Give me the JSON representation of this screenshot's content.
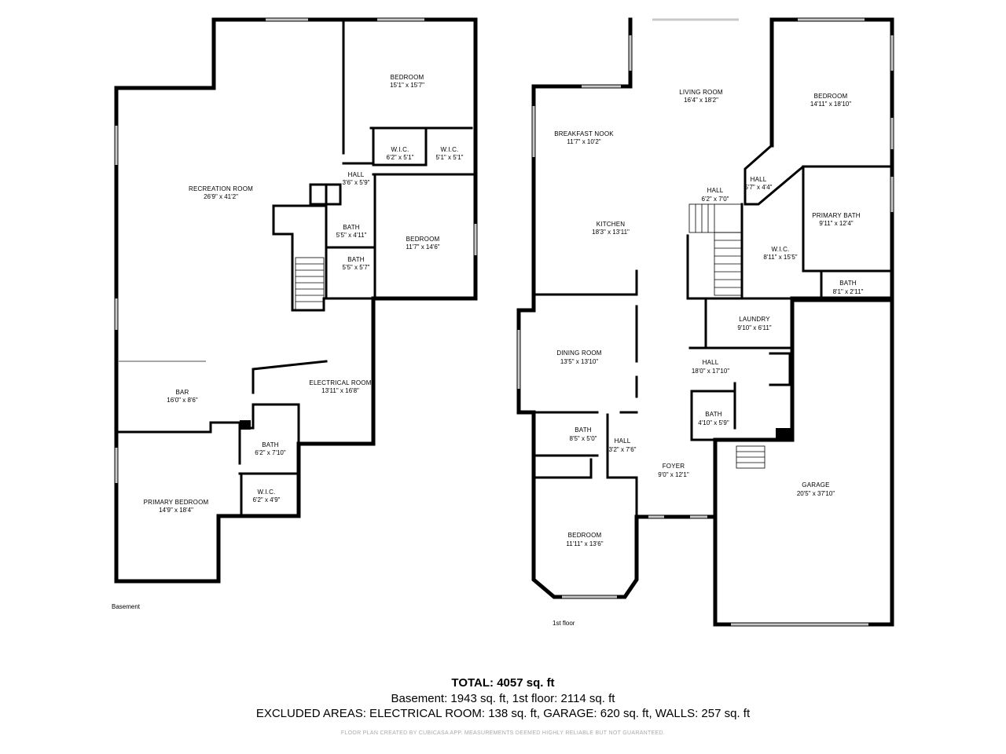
{
  "floors": {
    "basement_label": "Basement",
    "first_floor_label": "1st floor"
  },
  "rooms": {
    "basement": [
      {
        "name": "BEDROOM",
        "dims": "15'1\" x 15'7\""
      },
      {
        "name": "W.I.C.",
        "dims": "6'2\" x 5'1\""
      },
      {
        "name": "W.I.C.",
        "dims": "5'1\" x 5'1\""
      },
      {
        "name": "HALL",
        "dims": "3'6\" x 5'9\""
      },
      {
        "name": "RECREATION ROOM",
        "dims": "26'9\" x 41'2\""
      },
      {
        "name": "BATH",
        "dims": "5'5\" x 4'11\""
      },
      {
        "name": "BEDROOM",
        "dims": "11'7\" x 14'6\""
      },
      {
        "name": "BATH",
        "dims": "5'5\" x 5'7\""
      },
      {
        "name": "ELECTRICAL ROOM",
        "dims": "13'11\" x 16'8\""
      },
      {
        "name": "BAR",
        "dims": "16'0\" x 8'6\""
      },
      {
        "name": "BATH",
        "dims": "6'2\" x 7'10\""
      },
      {
        "name": "PRIMARY BEDROOM",
        "dims": "14'9\" x 18'4\""
      },
      {
        "name": "W.I.C.",
        "dims": "6'2\" x 4'9\""
      }
    ],
    "first_floor": [
      {
        "name": "LIVING ROOM",
        "dims": "16'4\" x 18'2\""
      },
      {
        "name": "BEDROOM",
        "dims": "14'11\" x 18'10\""
      },
      {
        "name": "BREAKFAST NOOK",
        "dims": "11'7\" x 10'2\""
      },
      {
        "name": "HALL",
        "dims": "5'7\" x 4'4\""
      },
      {
        "name": "HALL",
        "dims": "6'2\" x 7'0\""
      },
      {
        "name": "KITCHEN",
        "dims": "18'3\" x 13'11\""
      },
      {
        "name": "PRIMARY BATH",
        "dims": "9'11\" x 12'4\""
      },
      {
        "name": "W.I.C.",
        "dims": "8'11\" x 15'5\""
      },
      {
        "name": "BATH",
        "dims": "8'1\" x 2'11\""
      },
      {
        "name": "LAUNDRY",
        "dims": "9'10\" x 6'11\""
      },
      {
        "name": "DINING ROOM",
        "dims": "13'5\" x 13'10\""
      },
      {
        "name": "HALL",
        "dims": "18'0\" x 17'10\""
      },
      {
        "name": "BATH",
        "dims": "4'10\" x 5'9\""
      },
      {
        "name": "BATH",
        "dims": "8'5\" x 5'0\""
      },
      {
        "name": "HALL",
        "dims": "3'2\" x 7'6\""
      },
      {
        "name": "FOYER",
        "dims": "9'0\" x 12'1\""
      },
      {
        "name": "GARAGE",
        "dims": "20'5\" x 37'10\""
      },
      {
        "name": "BEDROOM",
        "dims": "11'11\" x 13'6\""
      }
    ]
  },
  "totals": {
    "total": "TOTAL: 4057 sq. ft",
    "by_floor": "Basement: 1943 sq. ft, 1st floor: 2114 sq. ft",
    "excluded": "EXCLUDED AREAS: ELECTRICAL ROOM: 138 sq. ft, GARAGE: 620 sq. ft, WALLS: 257 sq. ft"
  },
  "footer_note": "FLOOR PLAN CREATED BY CUBICASA APP. MEASUREMENTS DEEMED HIGHLY RELIABLE BUT NOT GUARANTEED."
}
